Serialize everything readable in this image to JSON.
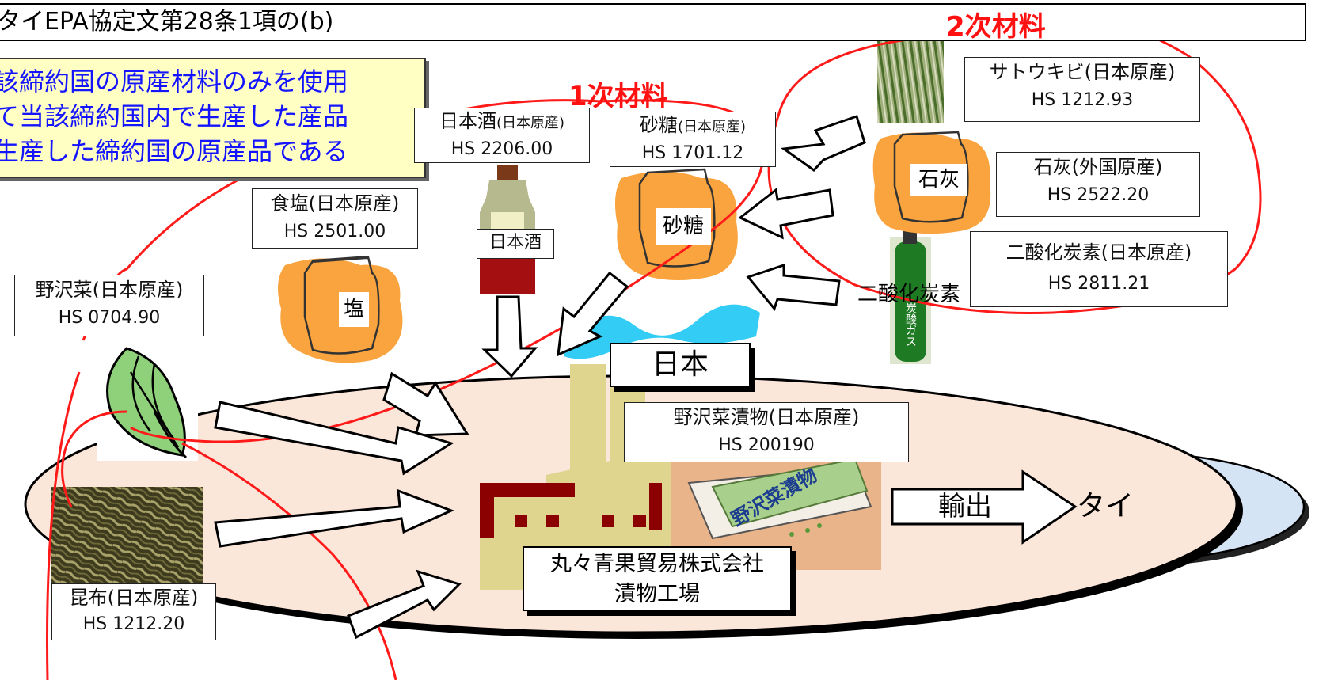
{
  "title": "タイEPA協定文第28条1項の(b)",
  "note": {
    "lines": [
      "該締約国の原産材料のみを使用",
      "て当該締約国内で生産した産品",
      "生産した締約国の原産品である"
    ]
  },
  "labels": {
    "primary_materials": "1次材料",
    "secondary_materials": "2次材料",
    "japan": "日本",
    "export": "輸出",
    "thailand": "タイ"
  },
  "materials": {
    "nozawana": {
      "name": "野沢菜(日本原産)",
      "hs": "HS 0704.90"
    },
    "kombu": {
      "name": "昆布(日本原産)",
      "hs": "HS 1212.20"
    },
    "salt": {
      "name": "食塩(日本原産)",
      "hs": "HS 2501.00",
      "icon_label": "塩"
    },
    "sake": {
      "name": "日本酒",
      "origin": "(日本原産)",
      "hs": "HS 2206.00",
      "icon_label": "日本酒"
    },
    "sugar": {
      "name": "砂糖",
      "origin": "(日本原産)",
      "hs": "HS 1701.12",
      "icon_label": "砂糖"
    },
    "sugarcane": {
      "name": "サトウキビ(日本原産)",
      "hs": "HS 1212.93"
    },
    "lime": {
      "name": "石灰(外国原産)",
      "hs": "HS 2522.20",
      "icon_label": "石灰"
    },
    "co2": {
      "name": "二酸化炭素(日本原産)",
      "hs": "HS 2811.21",
      "icon_label": "二酸化炭素",
      "cylinder_text": "炭酸ガス"
    }
  },
  "product": {
    "name": "野沢菜漬物(日本原産)",
    "hs": "HS 200190",
    "package_text": "野沢菜漬物"
  },
  "factory": {
    "company": "丸々青果貿易株式会社",
    "plant": "漬物工場"
  },
  "colors": {
    "red_outline": "#ff1a1a",
    "japan_fill": "#fbe6da",
    "thailand_fill": "#d5e4f4",
    "bag_orange": "#f9a43e",
    "note_bg": "#ffffc4",
    "note_text": "#1414ff",
    "water": "#33ccf5",
    "factory_body": "#e0d58e",
    "factory_trim": "#8b0000"
  }
}
